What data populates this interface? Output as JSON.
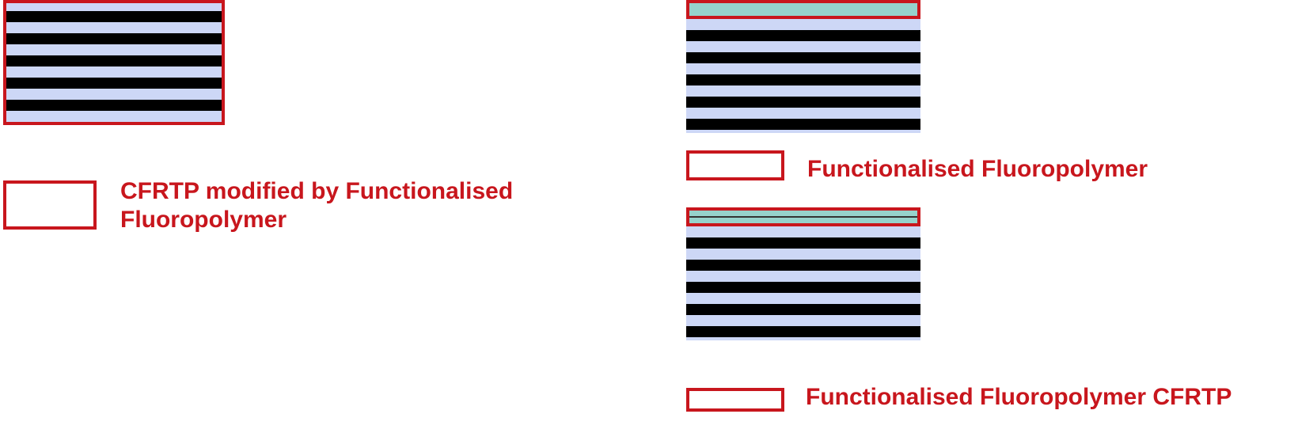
{
  "colors": {
    "accent": "#c8161d",
    "laminate_light": "#cdd7f6",
    "laminate_dark": "#000000",
    "film": "#96d2cc"
  },
  "panel_left": {
    "label_line1": "CFRTP modified by Functionalised",
    "label_line2": "Fluoropolymer"
  },
  "panel_right_top": {
    "label": "Functionalised Fluoropolymer"
  },
  "panel_right_bottom": {
    "label": "Functionalised Fluoropolymer CFRTP"
  }
}
